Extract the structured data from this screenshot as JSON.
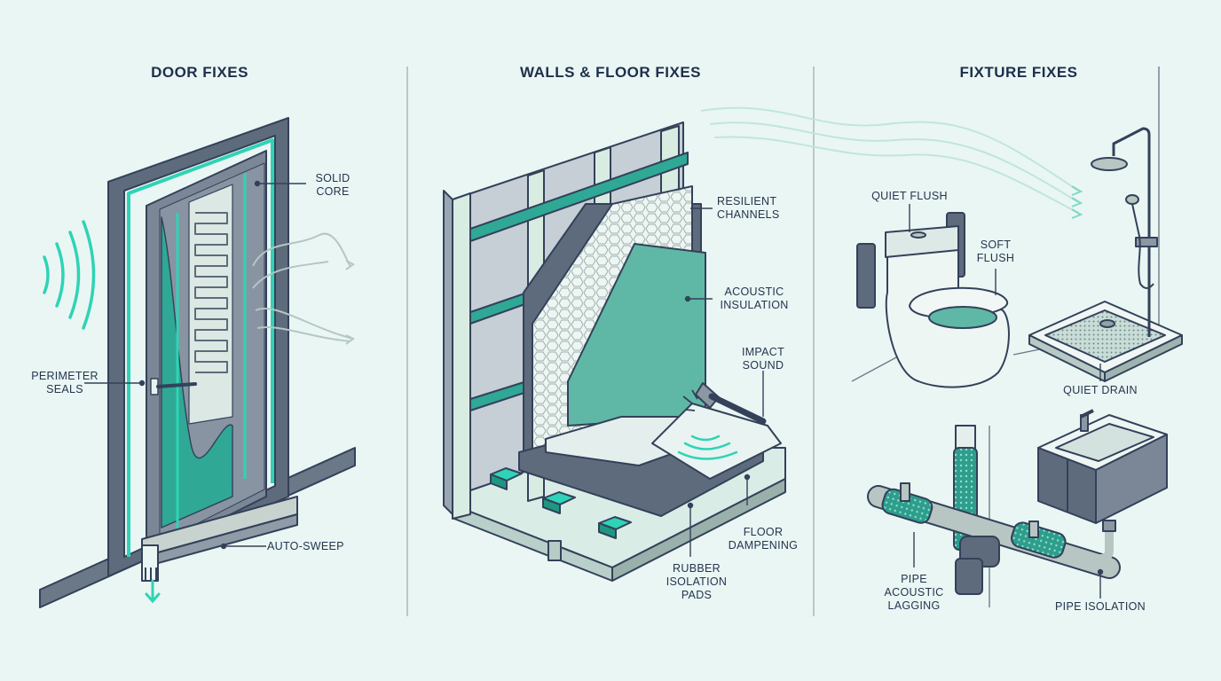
{
  "sections": {
    "door": {
      "title": "DOOR FIXES",
      "labels": {
        "solid_core": "SOLID\nCORE",
        "perimeter_seals": "PERIMETER\nSEALS",
        "auto_sweep": "AUTO-SWEEP"
      }
    },
    "walls": {
      "title": "WALLS & FLOOR FIXES",
      "labels": {
        "resilient_channels": "RESILIENT\nCHANNELS",
        "acoustic_insulation": "ACOUSTIC\nINSULATION",
        "impact_sound": "IMPACT\nSOUND",
        "floor_dampening": "FLOOR\nDAMPENING",
        "rubber_pads": "RUBBER\nISOLATION\nPADS"
      }
    },
    "fixture": {
      "title": "FIXTURE FIXES",
      "labels": {
        "quiet_flush": "QUIET FLUSH",
        "soft_flush": "SOFT\nFLUSH",
        "quiet_drain": "QUIET DRAIN",
        "pipe_lagging": "PIPE\nACOUSTIC\nLAGGING",
        "pipe_isolation": "PIPE ISOLATION"
      }
    }
  },
  "colors": {
    "background": "#eaf6f3",
    "outline": "#33415a",
    "slate": "#5d6b7c",
    "teal": "#2fd3b6",
    "teal_dark": "#3fa896",
    "text": "#24344f"
  }
}
